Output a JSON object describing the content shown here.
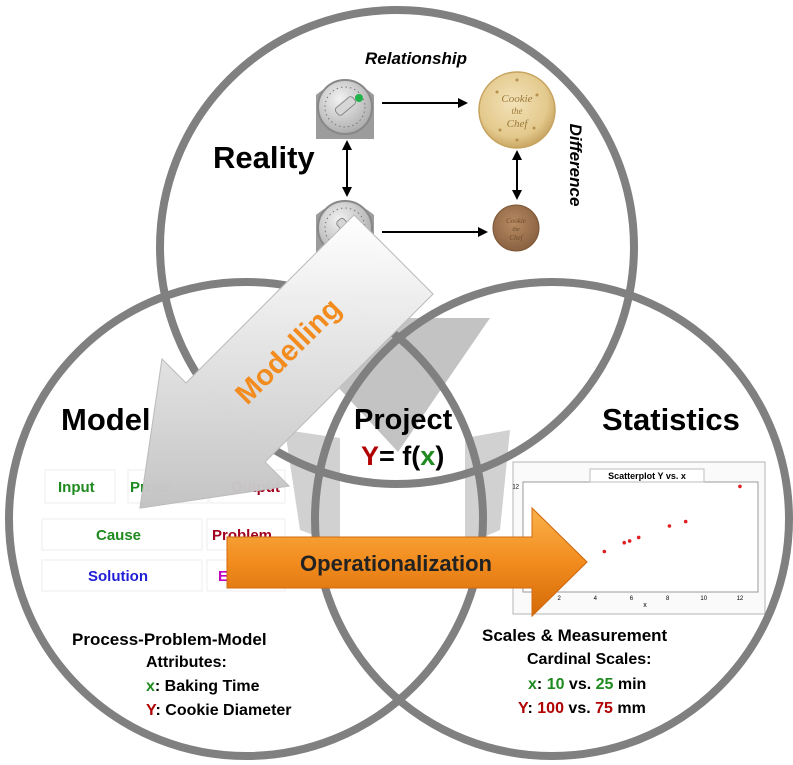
{
  "labels": {
    "relationship": "Relationship",
    "difference": "Difference",
    "reality": "Reality",
    "model": "Model",
    "project": "Project",
    "statistics": "Statistics",
    "modelling": "Modelling",
    "operationalization": "Operationalization"
  },
  "formula": {
    "y": "Y",
    "mid": "= f(",
    "x": "x",
    "end": ")"
  },
  "process_boxes": {
    "input": "Input",
    "process": "Process",
    "output": "Output",
    "cause": "Cause",
    "problem": "Problem",
    "solution": "Solution",
    "effect": "Effect"
  },
  "model_text": {
    "title": "Process-Problem-Model",
    "attributes": "Attributes:",
    "x_key": "x",
    "x_text": ": Baking Time",
    "y_key": "Y",
    "y_text": ": Cookie Diameter"
  },
  "stats_text": {
    "title": "Scales & Measurement",
    "cardinal": "Cardinal Scales:",
    "x_key": "x",
    "x_sep": ": ",
    "x_v1": "10",
    "x_vs": " vs. ",
    "x_v2": "25",
    "x_unit": " min",
    "y_key": "Y",
    "y_sep": ": ",
    "y_v1": "100",
    "y_vs": " vs. ",
    "y_v2": "75",
    "y_unit": " mm"
  },
  "cookie_text": {
    "line1": "Cookie",
    "line2": "the",
    "line3": "Chef"
  },
  "chart_data": {
    "type": "scatter",
    "title": "Scatterplot Y vs. x",
    "xlabel": "x",
    "ylabel": "",
    "xlim": [
      0,
      13
    ],
    "ylim": [
      0,
      12.5
    ],
    "xticks": [
      "2",
      "4",
      "6",
      "8",
      "10",
      "12"
    ],
    "yticks": [
      "12"
    ],
    "x": [
      3,
      4.5,
      5.6,
      5.9,
      6.4,
      8.1,
      9,
      12
    ],
    "y": [
      3.4,
      4.6,
      5.6,
      5.8,
      6.2,
      7.5,
      8,
      12
    ],
    "point_color": "#e02020"
  },
  "colors": {
    "circle": "#7f7f7f",
    "modelling_text": "#f28c1e",
    "op_arrow_light": "#f7a23a",
    "op_arrow_dark": "#e0700a"
  }
}
